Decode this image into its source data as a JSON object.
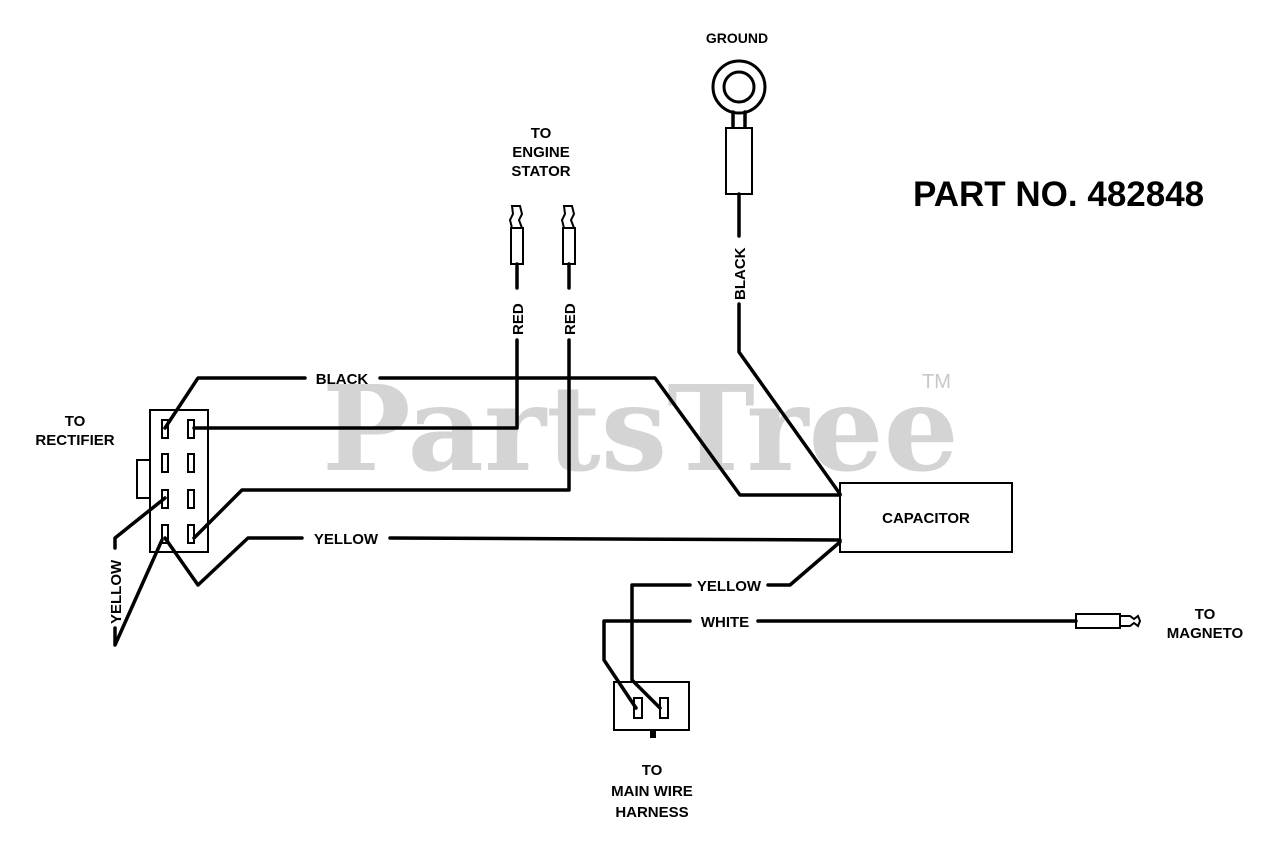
{
  "title": "PART NO. 482848",
  "watermark": "PartsTree",
  "trademark": "TM",
  "components": {
    "ground": "GROUND",
    "stator": [
      "TO",
      "ENGINE",
      "STATOR"
    ],
    "rectifier": [
      "TO",
      "RECTIFIER"
    ],
    "capacitor": "CAPACITOR",
    "magneto": [
      "TO",
      "MAGNETO"
    ],
    "harness": [
      "TO",
      "MAIN WIRE",
      "HARNESS"
    ]
  },
  "wires": {
    "black_ground": "BLACK",
    "red_left": "RED",
    "red_right": "RED",
    "black_top": "BLACK",
    "yellow_mid": "YELLOW",
    "yellow_left": "YELLOW",
    "yellow_cap": "YELLOW",
    "white": "WHITE"
  }
}
